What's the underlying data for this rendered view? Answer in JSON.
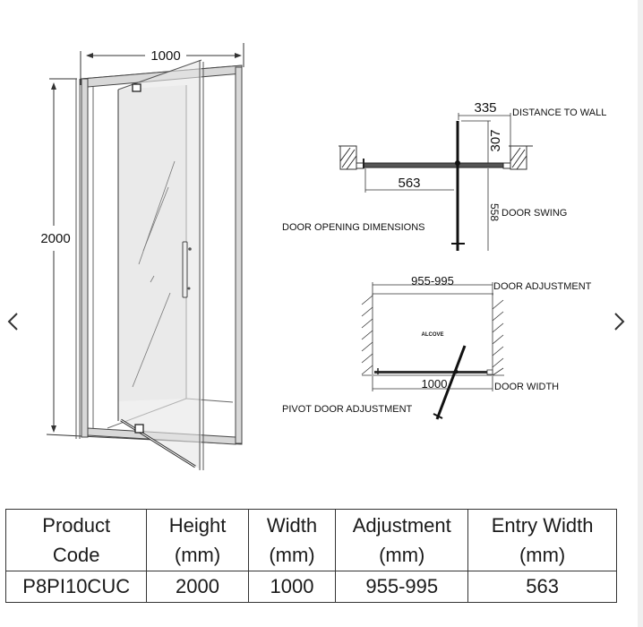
{
  "navigation": {
    "prev_icon": "chevron-left-icon",
    "next_icon": "chevron-right-icon"
  },
  "door_drawing": {
    "width_dimension": "1000",
    "height_dimension": "2000"
  },
  "opening_diagram": {
    "title": "DOOR OPENING DIMENSIONS",
    "distance_to_wall_value": "335",
    "distance_to_wall_label": "DISTANCE TO WALL",
    "depth_value": "307",
    "entry_value": "563",
    "door_swing_value": "558",
    "door_swing_label": "DOOR SWING"
  },
  "adjustment_diagram": {
    "title": "PIVOT DOOR ADJUSTMENT",
    "adjustment_value": "955-995",
    "adjustment_label": "DOOR ADJUSTMENT",
    "alcove_label": "ALCOVE",
    "door_width_value": "1000",
    "door_width_label": "DOOR WIDTH"
  },
  "spec_table": {
    "headers": [
      {
        "line1": "Product",
        "line2": "Code"
      },
      {
        "line1": "Height",
        "line2": "(mm)"
      },
      {
        "line1": "Width",
        "line2": "(mm)"
      },
      {
        "line1": "Adjustment",
        "line2": "(mm)"
      },
      {
        "line1": "Entry Width",
        "line2": "(mm)"
      }
    ],
    "rows": [
      [
        "P8PI10CUC",
        "2000",
        "1000",
        "955-995",
        "563"
      ]
    ]
  }
}
